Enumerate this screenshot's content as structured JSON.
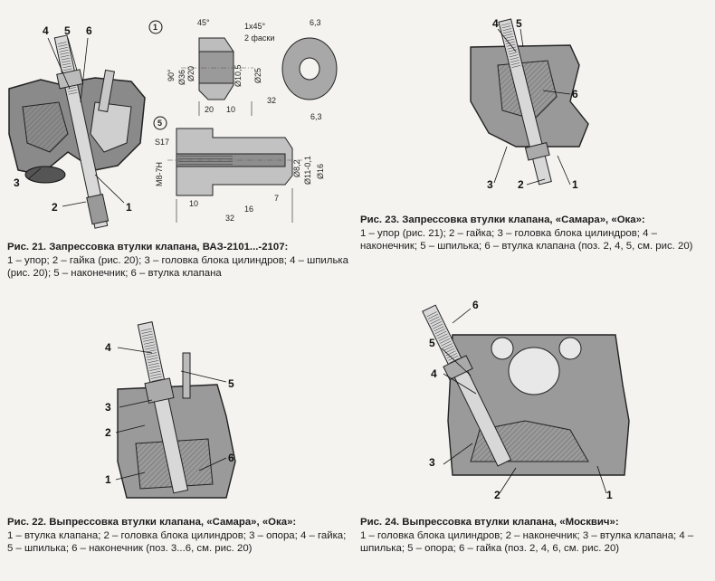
{
  "fig21": {
    "labels": [
      "4",
      "5",
      "6",
      "3",
      "2",
      "1"
    ],
    "caption_title": "Рис. 21. Запрессовка втулки клапана, ВАЗ-2101...-2107:",
    "caption_text": "1 – упор; 2 – гайка (рис. 20); 3 – головка блока цилиндров; 4 – шпилька (рис. 20); 5 – наконечник; 6 – втулка клапана"
  },
  "detail1": {
    "index": "1",
    "dims": [
      "45°",
      "1x45°",
      "2 фаски",
      "6,3",
      "90°",
      "Ø36",
      "Ø20",
      "Ø10,5",
      "Ø25",
      "20",
      "10",
      "32"
    ]
  },
  "detail5": {
    "index": "5",
    "dims": [
      "S17",
      "6,3",
      "M8-7H",
      "Ø8,2",
      "Ø11-0,1",
      "Ø16",
      "10",
      "16",
      "7",
      "32"
    ]
  },
  "fig23": {
    "labels": [
      "4",
      "5",
      "6",
      "3",
      "2",
      "1"
    ],
    "caption_title": "Рис. 23. Запрессовка втулки клапана, «Самара», «Ока»:",
    "caption_text": "1 – упор (рис. 21); 2 – гайка; 3 – головка блока цилиндров; 4 – наконечник; 5 – шпилька; 6 – втулка клапана (поз. 2, 4, 5, см. рис. 20)"
  },
  "fig22": {
    "labels": [
      "4",
      "5",
      "3",
      "2",
      "6",
      "1"
    ],
    "caption_title": "Рис. 22. Выпрессовка втулки клапана, «Самара», «Ока»:",
    "caption_text": "1 – втулка клапана; 2 – головка блока цилиндров; 3 – опора; 4 – гайка; 5 – шпилька; 6 – наконечник (поз. 3...6, см. рис. 20)"
  },
  "fig24": {
    "labels": [
      "6",
      "5",
      "4",
      "3",
      "2",
      "1"
    ],
    "caption_title": "Рис. 24. Выпрессовка втулки клапана, «Москвич»:",
    "caption_text": "1 – головка блока цилиндров; 2 – наконечник; 3 – втулка клапана; 4 – шпилька; 5 – опора; 6 – гайка (поз. 2, 4, 6, см. рис. 20)"
  }
}
